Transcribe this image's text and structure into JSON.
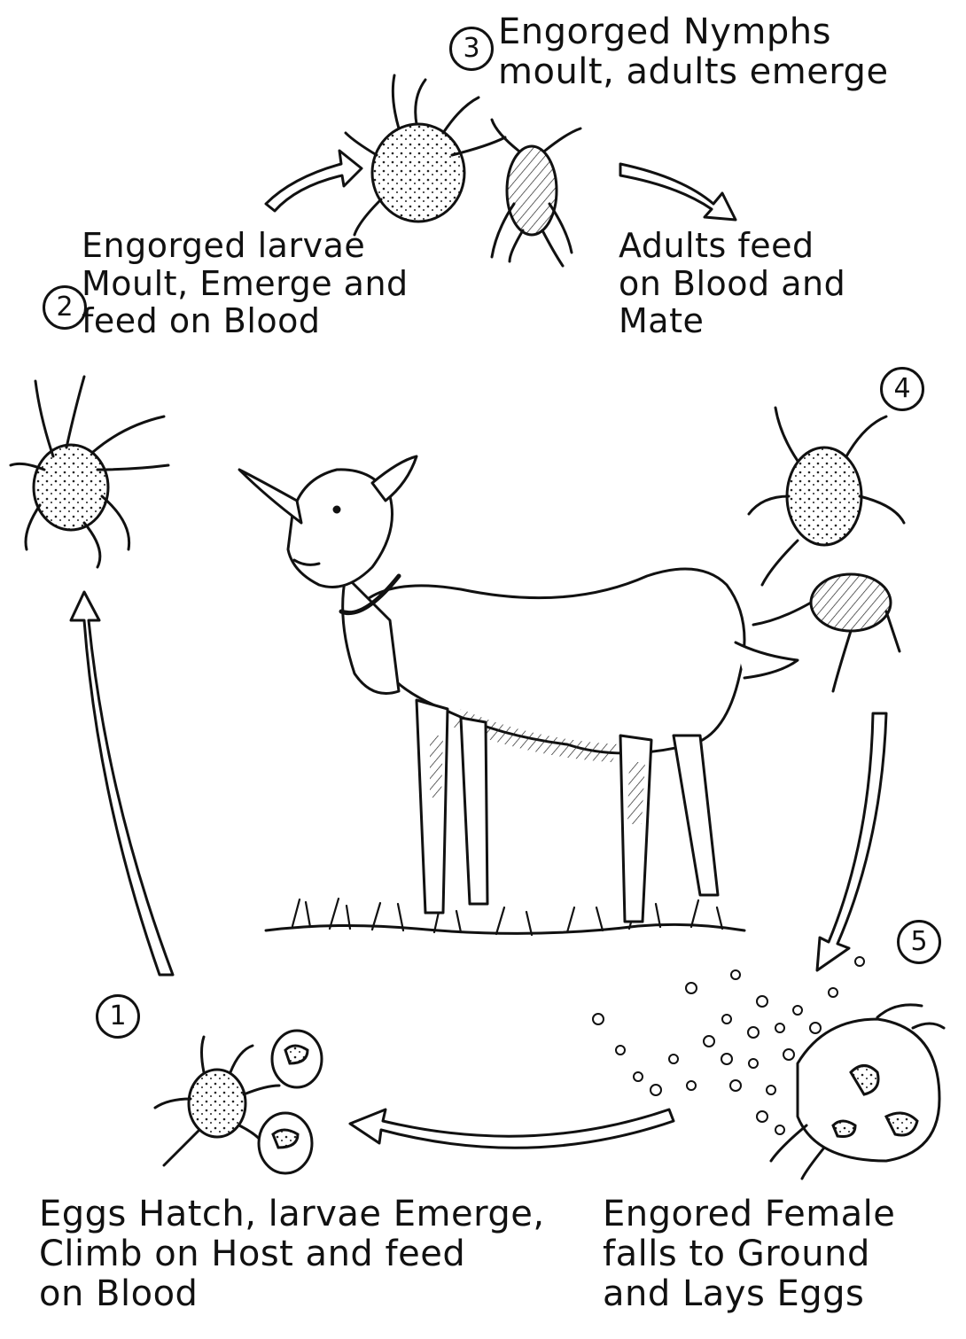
{
  "stages": [
    {
      "number": "1",
      "label": "Eggs Hatch, larvae Emerge,\nClimb on Host and feed\non Blood"
    },
    {
      "number": "2",
      "label": "Engorged larvae\nMoult, Emerge and\nfeed on Blood"
    },
    {
      "number": "3",
      "label": "Engorged Nymphs\nmoult, adults emerge"
    },
    {
      "number": "4",
      "label": "Adults feed\non Blood and\nMate"
    },
    {
      "number": "5",
      "label": "Engored Female\nfalls to Ground\nand Lays Eggs"
    }
  ],
  "colors": {
    "ink": "#111111",
    "background": "#ffffff"
  }
}
